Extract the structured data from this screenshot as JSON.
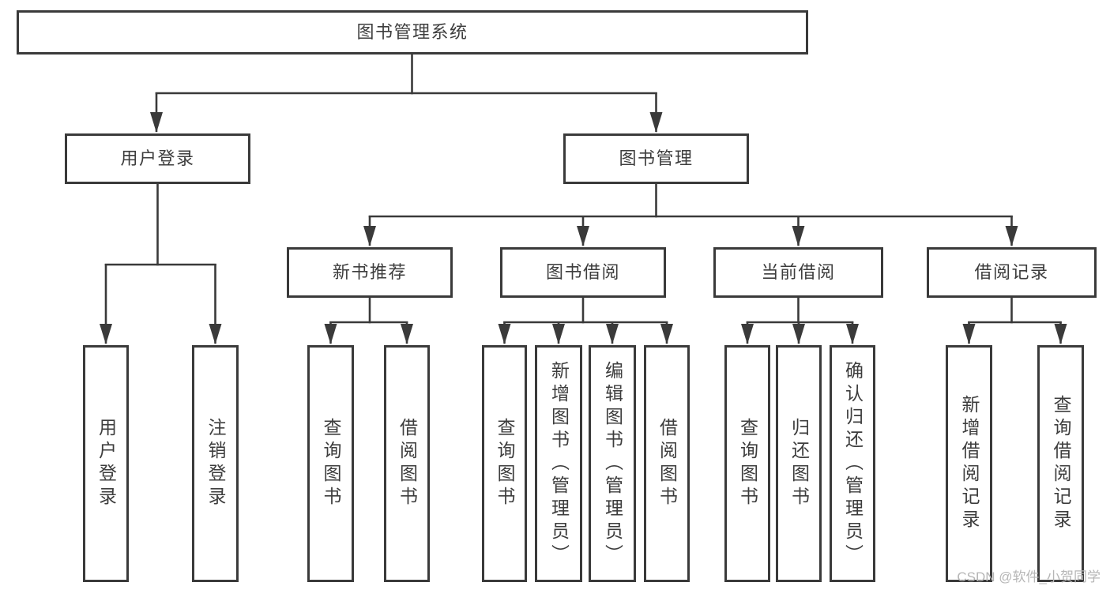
{
  "tree": {
    "root": {
      "label": "图书管理系统",
      "children": [
        {
          "label": "用户登录",
          "children": [
            {
              "label": "用户登录"
            },
            {
              "label": "注销登录"
            }
          ]
        },
        {
          "label": "图书管理",
          "children": [
            {
              "label": "新书推荐",
              "children": [
                {
                  "label": "查询图书"
                },
                {
                  "label": "借阅图书"
                }
              ]
            },
            {
              "label": "图书借阅",
              "children": [
                {
                  "label": "查询图书"
                },
                {
                  "label": "新增图书（管理员）"
                },
                {
                  "label": "编辑图书（管理员）"
                },
                {
                  "label": "借阅图书"
                }
              ]
            },
            {
              "label": "当前借阅",
              "children": [
                {
                  "label": "查询图书"
                },
                {
                  "label": "归还图书"
                },
                {
                  "label": "确认归还（管理员）"
                }
              ]
            },
            {
              "label": "借阅记录",
              "children": [
                {
                  "label": "新增借阅记录"
                },
                {
                  "label": "查询借阅记录"
                }
              ]
            }
          ]
        }
      ]
    }
  },
  "watermark": "CSDN @软件_小贺同学",
  "colors": {
    "line": "#3a3a3a",
    "border": "#3a3a3a",
    "text": "#3d3d3d",
    "watermark": "#b6b6b6",
    "background": "#ffffff"
  }
}
